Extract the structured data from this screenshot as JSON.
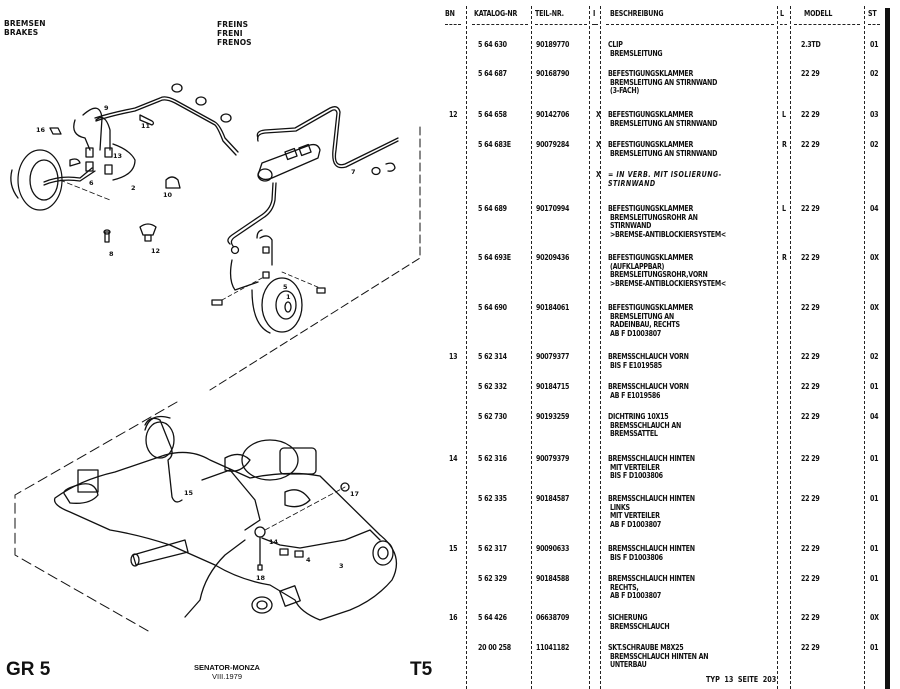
{
  "header": {
    "left_lines": [
      "BREMSEN",
      "BRAKES"
    ],
    "right_lines": [
      "FREINS",
      "FRENI",
      "FRENOS"
    ]
  },
  "footer": {
    "group": "GR 5",
    "model_line1": "SENATOR-MONZA",
    "model_line2": "VIII.1979",
    "section": "T5",
    "page_ref": "TYP  13  SEITE  203"
  },
  "diagram": {
    "callouts": [
      "1",
      "2",
      "3",
      "4",
      "5",
      "6",
      "7",
      "8",
      "9",
      "10",
      "11",
      "12",
      "13",
      "14",
      "15",
      "16",
      "17",
      "18"
    ]
  },
  "table": {
    "columns": {
      "bn": "BN",
      "katalog": "KATALOG-NR",
      "teil": "TEIL-NR.",
      "i": "I",
      "beschreibung": "BESCHREIBUNG",
      "l": "L",
      "modell": "MODELL",
      "st": "ST"
    },
    "rows": [
      {
        "bn": "",
        "katalog": "5 64 630",
        "teil": "90189770",
        "x": "",
        "desc": [
          "CLIP",
          " BREMSLEITUNG"
        ],
        "l": "",
        "modell": "2.3TD",
        "st": "01"
      },
      {
        "bn": "",
        "katalog": "5 64 687",
        "teil": "90168790",
        "x": "",
        "desc": [
          "BEFESTIGUNGSKLAMMER",
          " BREMSLEITUNG AN STIRNWAND",
          " (3-FACH)"
        ],
        "l": "",
        "modell": "22 29",
        "st": "02"
      },
      {
        "bn": "12",
        "katalog": "5 64 658",
        "teil": "90142706",
        "x": "X",
        "desc": [
          "BEFESTIGUNGSKLAMMER",
          " BREMSLEITUNG AN STIRNWAND"
        ],
        "l": "L",
        "modell": "22 29",
        "st": "03"
      },
      {
        "bn": "",
        "katalog": "5 64 683E",
        "teil": "90079284",
        "x": "X",
        "desc": [
          "BEFESTIGUNGSKLAMMER",
          " BREMSLEITUNG AN STIRNWAND"
        ],
        "l": "R",
        "modell": "22 29",
        "st": "02"
      },
      {
        "bn": "",
        "katalog": "",
        "teil": "",
        "x": "X",
        "desc": [
          "= IN VERB. MIT ISOLIERUNG-",
          "STIRNWAND"
        ],
        "l": "",
        "modell": "",
        "st": "",
        "note": true
      },
      {
        "bn": "",
        "katalog": "5 64 689",
        "teil": "90170994",
        "x": "",
        "desc": [
          "BEFESTIGUNGSKLAMMER",
          " BREMSLEITUNGSROHR AN",
          " STIRNWAND",
          " >BREMSE-ANTIBLOCKIERSYSTEM<"
        ],
        "l": "L",
        "modell": "22 29",
        "st": "04"
      },
      {
        "bn": "",
        "katalog": "5 64 693E",
        "teil": "90209436",
        "x": "",
        "desc": [
          "BEFESTIGUNGSKLAMMER",
          " (AUFKLAPPBAR)",
          " BREMSLEITUNGSROHR,VORN",
          " >BREMSE-ANTIBLOCKIERSYSTEM<"
        ],
        "l": "R",
        "modell": "22 29",
        "st": "0X"
      },
      {
        "bn": "",
        "katalog": "5 64 690",
        "teil": "90184061",
        "x": "",
        "desc": [
          "BEFESTIGUNGSKLAMMER",
          " BREMSLEITUNG AN",
          " RADEINBAU, RECHTS",
          " AB F D1003807"
        ],
        "l": "",
        "modell": "22 29",
        "st": "0X"
      },
      {
        "bn": "13",
        "katalog": "5 62 314",
        "teil": "90079377",
        "x": "",
        "desc": [
          "BREMSSCHLAUCH VORN",
          " BIS F E1019585"
        ],
        "l": "",
        "modell": "22 29",
        "st": "02"
      },
      {
        "bn": "",
        "katalog": "5 62 332",
        "teil": "90184715",
        "x": "",
        "desc": [
          "BREMSSCHLAUCH VORN",
          " AB F E1019586"
        ],
        "l": "",
        "modell": "22 29",
        "st": "01"
      },
      {
        "bn": "",
        "katalog": "5 62 730",
        "teil": "90193259",
        "x": "",
        "desc": [
          "DICHTRING 10X15",
          " BREMSSCHLAUCH AN",
          " BREMSSATTEL"
        ],
        "l": "",
        "modell": "22 29",
        "st": "04"
      },
      {
        "bn": "14",
        "katalog": "5 62 316",
        "teil": "90079379",
        "x": "",
        "desc": [
          "BREMSSCHLAUCH HINTEN",
          " MIT VERTEILER",
          " BIS F D1003806"
        ],
        "l": "",
        "modell": "22 29",
        "st": "01"
      },
      {
        "bn": "",
        "katalog": "5 62 335",
        "teil": "90184587",
        "x": "",
        "desc": [
          "BREMSSCHLAUCH HINTEN",
          " LINKS",
          " MIT VERTEILER",
          " AB F D1003807"
        ],
        "l": "",
        "modell": "22 29",
        "st": "01"
      },
      {
        "bn": "15",
        "katalog": "5 62 317",
        "teil": "90090633",
        "x": "",
        "desc": [
          "BREMSSCHLAUCH HINTEN",
          " BIS F D1003806"
        ],
        "l": "",
        "modell": "22 29",
        "st": "01"
      },
      {
        "bn": "",
        "katalog": "5 62 329",
        "teil": "90184588",
        "x": "",
        "desc": [
          "BREMSSCHLAUCH HINTEN",
          " RECHTS,",
          " AB F D1003807"
        ],
        "l": "",
        "modell": "22 29",
        "st": "01"
      },
      {
        "bn": "16",
        "katalog": "5 64 426",
        "teil": "06638709",
        "x": "",
        "desc": [
          "SICHERUNG",
          " BREMSSCHLAUCH"
        ],
        "l": "",
        "modell": "22 29",
        "st": "0X"
      },
      {
        "bn": "",
        "katalog": "20 00 258",
        "teil": "11041182",
        "x": "",
        "desc": [
          "SKT.SCHRAUBE M8X25",
          " BREMSSCHLAUCH HINTEN AN",
          " UNTERBAU"
        ],
        "l": "",
        "modell": "22 29",
        "st": "01"
      }
    ]
  }
}
